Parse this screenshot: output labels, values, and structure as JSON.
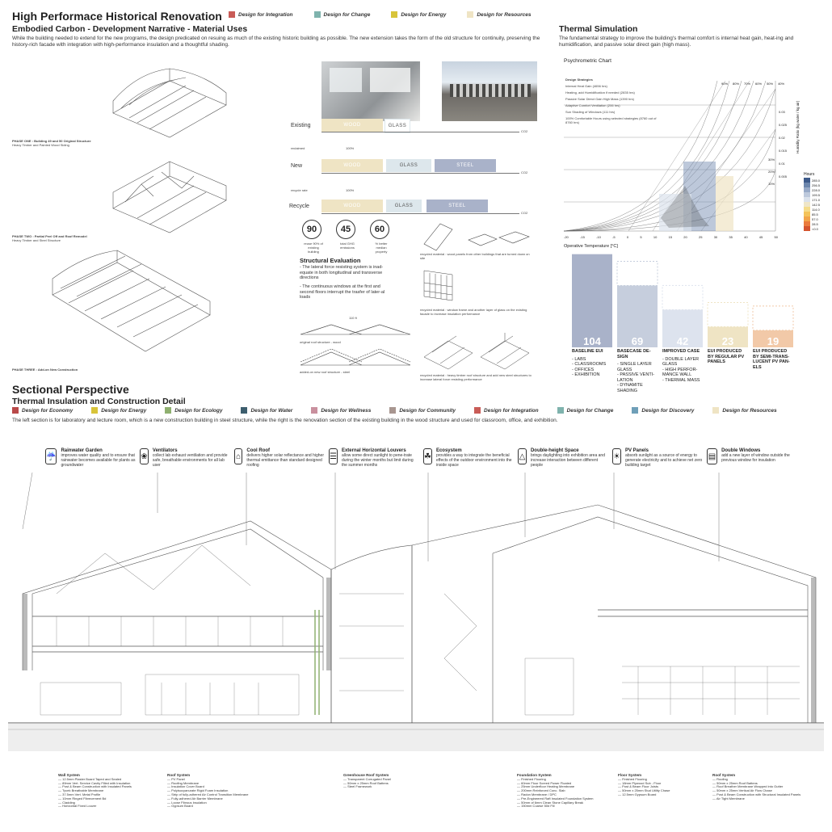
{
  "header": {
    "title": "High Performace Historical Renovation",
    "subtitle": "Embodied Carbon - Development Narrative - Material Uses",
    "intro": "While the building needed to extend for the new programs, the design predicated on resuing as much of the existing historic building as possible. The new extension takes the form of the old structure for continuity, preserving the history-rich facade with integration with high-performance insulation and a thoughtful shading."
  },
  "top_legend": [
    {
      "label": "Design for Integration",
      "color": "#c95c57"
    },
    {
      "label": "Design for Change",
      "color": "#7fb3ad"
    },
    {
      "label": "Design for Energy",
      "color": "#d8c43a"
    },
    {
      "label": "Design for Resources",
      "color": "#efe4c4"
    }
  ],
  "phases": [
    {
      "title": "PHASE ONE : Building 49 and 50 Original Structure",
      "note": "Heavy Timber and Painted Wood Siding"
    },
    {
      "title": "PHASE TWO : Partial Peel Off and Roof Remodel",
      "note": "Heavy Timber and Steel Structure"
    },
    {
      "title": "PHASE THREE : Add-on New Construction",
      "note": ""
    }
  ],
  "materials": {
    "rows": [
      {
        "label": "Existing",
        "bars": [
          "WOOD",
          "GLASS"
        ],
        "co2": "CO2"
      },
      {
        "label": "New",
        "bars": [
          "WOOD",
          "GLASS",
          "STEEL"
        ],
        "co2": "CO2"
      },
      {
        "label": "Recycle",
        "bars": [
          "WOOD",
          "GLASS",
          "STEEL"
        ],
        "co2": "CO2"
      }
    ],
    "reclaimed_label": "reclaimed",
    "reclaimed_value": "100%",
    "recycle_rate_label": "recycle rate",
    "recycle_rate_value": "100%",
    "colors": {
      "wood": "#efe4c4",
      "glass": "#dde7ec",
      "steel": "#a9b2c9"
    }
  },
  "stats": [
    {
      "value": "90",
      "caption": "reuse 90% of existing building"
    },
    {
      "value": "45",
      "caption": "total GHG emissions"
    },
    {
      "value": "60",
      "caption": "% better median property"
    }
  ],
  "structural": {
    "title": "Structural Evaluation",
    "points": [
      "- The lateral force resisting system is inad-equate in both longitudinal and transverse directions",
      "- The continuous windows at the first and second floors interrupt the trasfer of later-al loads"
    ],
    "roof_original": "original roof structure - wood",
    "roof_added": "added-on new roof structure - steel",
    "dim": "110 ft"
  },
  "recycled_notes": [
    "recycled material : wood panels from other buildings that are turned down on site",
    "recycled material : window frame and another layer of glass on the existing facade to increase insulation performance",
    "recycled material : heavy timber roof structure and add new steel structures to increase lateral force resisting performance"
  ],
  "thermal": {
    "title": "Thermal Simulation",
    "text": "The fundamental strategy to improve the building's thermal comfort is internal heat gain, heat-ing and humidification, and passive solar direct gain (high mass).",
    "chart_title": "Psychrometric Chart",
    "strategies_title": "Design Strategies",
    "strategies": [
      "Internal Heat Gain (4656 hrs)",
      "Heating, add Humidification if needed (2835 hrs)",
      "Passive Solar Direct Gain High Mass (1390 hrs)",
      "Adaptive Comfort Ventilation (206 hrs)",
      "Sun Shading of Windows (111 hrs)",
      "100% Comfortable Hours using selected strategies (8760 out of 8760 hrs)"
    ],
    "rh_labels": [
      "90%",
      "80%",
      "70%",
      "60%",
      "50%",
      "40%"
    ],
    "right_axis_label": "Humidity Ratio (kg water / kg air)",
    "right_ticks": [
      "0.03",
      "0.025",
      "0.02",
      "0.015",
      "0.01",
      "0.005"
    ],
    "rh_side": [
      "30%",
      "20%",
      "10%"
    ],
    "x_ticks": [
      "-20",
      "-15",
      "-10",
      "-5",
      "0",
      "5",
      "10",
      "15",
      "20",
      "25",
      "30",
      "35",
      "40",
      "45",
      "50"
    ],
    "xlabel": "Operative Temperature [°C]",
    "hours_title": "Hours",
    "hours_scale": [
      {
        "v": "285.0",
        "c": "#3d5a8a"
      },
      {
        "v": "256.5",
        "c": "#6c86ad"
      },
      {
        "v": "228.0",
        "c": "#98aac8"
      },
      {
        "v": "199.5",
        "c": "#bdc9dc"
      },
      {
        "v": "171.0",
        "c": "#dbe2ec"
      },
      {
        "v": "142.5",
        "c": "#efe6c8"
      },
      {
        "v": "114.0",
        "c": "#f5dc8a"
      },
      {
        "v": "85.5",
        "c": "#f4c35a"
      },
      {
        "v": "57.0",
        "c": "#f2a54a"
      },
      {
        "v": "28.5",
        "c": "#ea7b3c"
      },
      {
        "v": "<0.0",
        "c": "#d4532d"
      }
    ]
  },
  "chart_data": {
    "type": "bar",
    "title": "",
    "categories": [
      "BASELINE EUI",
      "BASECASE DE-SIGN",
      "IMPROVED CASE",
      "EUI PRODUCED BY REGULAR PV PANELS",
      "EUI PRODUCED BY SEMI-TRANS-LUCENT PV PAN-ELS"
    ],
    "values": [
      104,
      69,
      42,
      23,
      19
    ],
    "ylim": [
      0,
      110
    ],
    "colors": [
      "#a9b2c9",
      "#c6cedd",
      "#dde3ee",
      "#efe4c4",
      "#f2c9a8"
    ],
    "details": [
      [
        "- LABS",
        "- CLASSROOMS",
        "- OFFICES",
        "- EXHIBITION"
      ],
      [
        "- SINGLE LAYER GLASS",
        "- PASSIVE VENTI-LATION",
        "- DYNAMITE SHADING"
      ],
      [
        "- DOUBLE LAYER GLASS",
        "- HIGH PERFOR-MANCE WALL",
        "- THERMAL MASS"
      ],
      [],
      []
    ]
  },
  "section": {
    "title": "Sectional Perspective",
    "subtitle": "Thermal Insulation and Construction Detail",
    "text": "The left section is for laboratory and lecture room, which is a new construction building in steel structure, while the right is the renovation section of the existing building in the wood structure and used for classroom, office, and exhibition.",
    "legend": [
      {
        "label": "Design for Economy",
        "color": "#b94a4a"
      },
      {
        "label": "Design for Energy",
        "color": "#d8c43a"
      },
      {
        "label": "Design for Ecology",
        "color": "#8fb070"
      },
      {
        "label": "Design for Water",
        "color": "#3d5e6e"
      },
      {
        "label": "Design for Wellness",
        "color": "#c9909e"
      },
      {
        "label": "Design for Community",
        "color": "#a89690"
      },
      {
        "label": "Design for Integration",
        "color": "#c95c57"
      },
      {
        "label": "Design for Change",
        "color": "#7fb3ad"
      },
      {
        "label": "Design for Discovery",
        "color": "#6f9fb8"
      },
      {
        "label": "Design for Resources",
        "color": "#efe4c4"
      }
    ],
    "callouts": [
      {
        "icon": "☔",
        "title": "Rainwater Garden",
        "text": "improves water quality and to ensure that rainwater becomes available for plants as groundwater"
      },
      {
        "icon": "❀",
        "title": "Ventilators",
        "text": "collect lab exhaust ventilation and provide safe, breathable environments for all lab user"
      },
      {
        "icon": "⌂",
        "title": "Cool Roof",
        "text": "delivers higher solar reflectance and higher thermal emittance than standard designed roofing"
      },
      {
        "icon": "☰",
        "title": "External Horizontal Louvers",
        "text": "allow some direct sunlight to pene-trate during the winter months but limit during the summer months"
      },
      {
        "icon": "☘",
        "title": "Ecosystem",
        "text": "provides a way to integrate the beneficial effects of the outdoor environment into the inside space"
      },
      {
        "icon": "△",
        "title": "Double-height Space",
        "text": "brings daylighting into exhibition area and increase interaction between different people"
      },
      {
        "icon": "☀",
        "title": "PV Panels",
        "text": "absorb sunlight as a source of energy to generate electricity and to achieve net zero building target"
      },
      {
        "icon": "▤",
        "title": "Double Windows",
        "text": "add a new layer of window outside the previous window for insulation"
      }
    ],
    "specs": [
      {
        "title": "Wall System",
        "items": [
          "12.5mm Plaster Board Taped and Sealed",
          "89mm Vert. Service Cavity Filled with Insulation",
          "Post & Beam Construction with Insulated Panels",
          "Tyvek Breathable Membrane",
          "37.5mm Vert. Metal Profile",
          "10mm Ringed Fibrecement Bd",
          "Cladding",
          "Horizontal Fixed Louver"
        ]
      },
      {
        "title": "Roof System",
        "items": [
          "PV Panel",
          "Roofing Membrane",
          "Insulation Cover Board",
          "Polyisocyanurate Rigid Foam Insulation",
          "Strip of fully-adhered Air Control Transition Membrane",
          "Fully-adhered Air Barrier Membrane",
          "Loose Fibrous Insulation",
          "Gypsum Board"
        ]
      },
      {
        "title": "Greenhouse Roof System",
        "items": [
          "Transparent Corrugated Panel",
          "50mm x 25mm Roof Battens",
          "Steel Framework"
        ]
      },
      {
        "title": "Foundation System",
        "items": [
          "Finished Flooring",
          "60mm Floor Screed Power Floated",
          "25mm Underfloor Heating Membrane",
          "200mm Reinforced Conc. Slab",
          "Radon Membrane / DPC",
          "Pre-Engineered Raft Insulated Foundation System",
          "50mm of 6mm Clean Stone Capillary Break",
          "150mm Coarse 50# Fill"
        ]
      },
      {
        "title": "Floor System",
        "items": [
          "Finished Flooring",
          "18mm Plywood Sub - Floor",
          "Post & Beam Floor Joists",
          "50mm x 25mm Stud Utility Chase",
          "12.5mm Gypsum Board"
        ]
      },
      {
        "title": "Roof System",
        "items": [
          "Roofing",
          "50mm x 25mm Roof Battens",
          "Roof Breather Membrane Wrapped into Gutter",
          "50mm x 25mm Vertical Air Flow Chase",
          "Post & Beam Construction with Structural Insulated Panels",
          "Air Tight Membrane"
        ]
      }
    ]
  }
}
